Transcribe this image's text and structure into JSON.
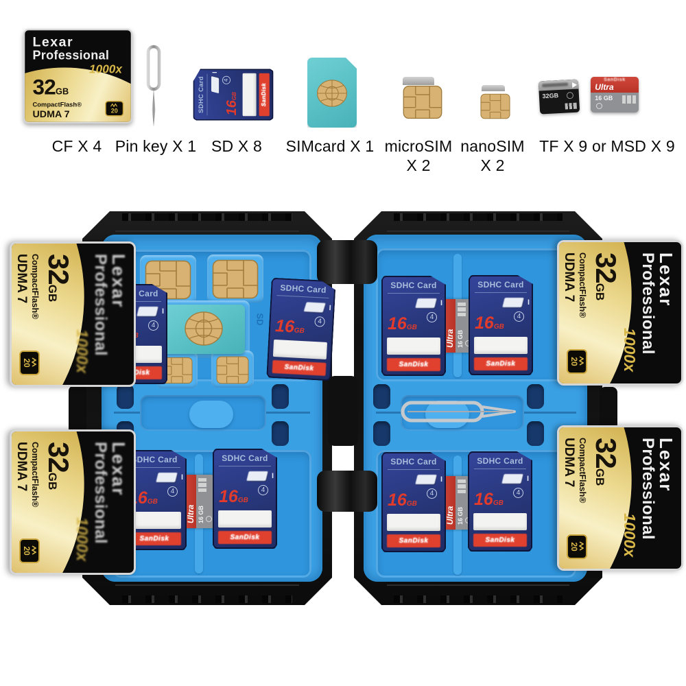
{
  "legend": {
    "cf": "CF X 4",
    "pin": "Pin key X 1",
    "sd": "SD X 8",
    "sim": "SIMcard X 1",
    "microsim": "microSIM",
    "microsim_qty": "X 2",
    "nanosim": "nanoSIM",
    "nanosim_qty": "X 2",
    "tf": "TF X 9 or MSD X 9"
  },
  "cards": {
    "cf": {
      "brand": "Lexar",
      "line": "Professional",
      "speed": "1000x",
      "capacity": "32",
      "unit": "GB",
      "type": "CompactFlash®",
      "udma": "UDMA 7",
      "vpg": "20"
    },
    "sd": {
      "title": "SDHC Card",
      "uhs": "I",
      "class": "4",
      "capacity": "16",
      "unit": "GB",
      "brand": "SanDisk"
    },
    "tf_black": {
      "capacity": "32GB"
    },
    "tf_ultra": {
      "brand": "SanDisk",
      "line": "Ultra",
      "capacity": "16 GB"
    }
  },
  "case_labels": {
    "sd_slot": "SD"
  },
  "colors": {
    "tray_blue": "#3aa0e4",
    "panel_blue": "#2f95dc",
    "slot_blue": "#4fb0ef",
    "navy_cutout": "#16386a",
    "shell_black": "#151515",
    "sd_card_navy": "#273678",
    "sandisk_red": "#e0402e",
    "cf_gold": "#d8b54a",
    "sim_teal": "#4fbdbf",
    "ultra_red": "#c8402f"
  }
}
